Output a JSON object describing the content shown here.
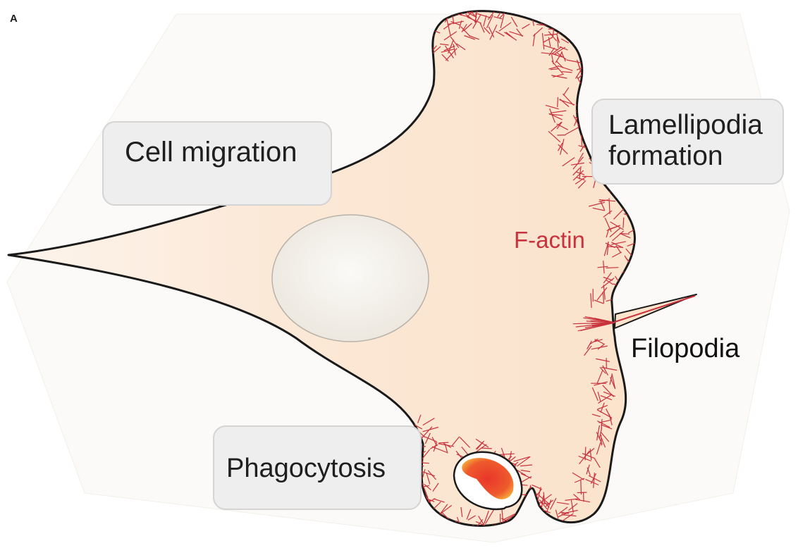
{
  "panel_letter": "A",
  "labels": {
    "cell_migration": "Cell migration",
    "lamellipodia_line1": "Lamellipodia",
    "lamellipodia_line2": "formation",
    "f_actin": "F-actin",
    "filopodia": "Filopodia",
    "phagocytosis": "Phagocytosis"
  },
  "colors": {
    "cytoplasm": "#fbe6d2",
    "cytoplasm_tail": "#fdf3ea",
    "nucleus": "#efebe4",
    "actin": "#c8323c",
    "outline": "#1a1a1a",
    "callout_fill": "#eeeeee",
    "callout_border": "#d4d4d4",
    "particle_core": "#e8362a",
    "particle_edge": "#f6a93b"
  }
}
